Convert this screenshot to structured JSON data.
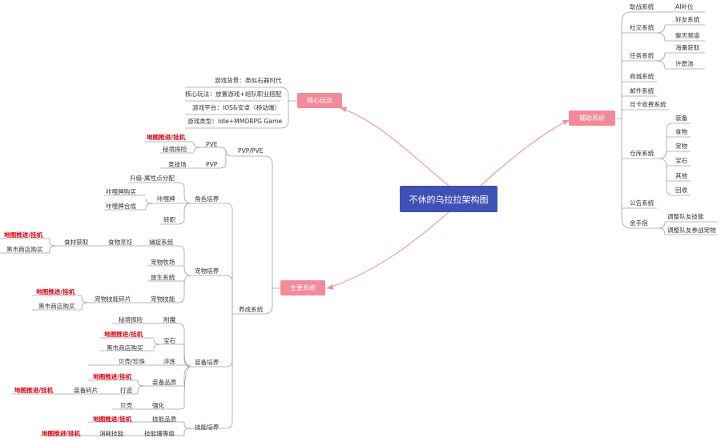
{
  "root": "不休的乌拉拉架构图",
  "core": {
    "title": "核心玩法",
    "items": [
      "游戏背景：类似石器时代",
      "核心玩法：放置游戏+组队职业搭配",
      "游戏平台：IOS&安卓（移动端）",
      "游戏类型：Idle+MMORPG Game"
    ]
  },
  "aux": {
    "title": "辅助系统",
    "battle": "助战系统",
    "battle_ai": "AI补位",
    "social": "社交系统",
    "social_items": [
      "好友系统",
      "聊天频道"
    ],
    "task": "任务系统",
    "task_items": [
      "海量获取",
      "许愿池"
    ],
    "shop": "商城系统",
    "mail": "邮件系统",
    "card": "月卡收费系统",
    "storage": "仓库系统",
    "storage_items": [
      "装备",
      "食物",
      "宠物",
      "宝石",
      "其他",
      "回收"
    ],
    "notice": "公告系统",
    "gold": "金手指",
    "gold_items": [
      "调整队友技能",
      "调整队友参战宠物"
    ]
  },
  "main": {
    "title": "主要系统",
    "pvp": "PVP/PVE",
    "pve": "PVE",
    "pve_red": "地图推进/挂机",
    "pve_secret": "秘境探险",
    "pvp_label": "PVP",
    "pvp_arena": "竞技场",
    "nurture": "养成系统",
    "role": "角色培养",
    "role_up": "升级-属性点分配",
    "role_card": "咔噬牌",
    "role_card_buy": "咔噬牌购买",
    "role_card_synth": "咔噬牌合成",
    "role_job": "转职",
    "pet": "宠物培养",
    "pet_catch": "捕捉系统",
    "pet_cook": "食物烹饪",
    "pet_mat": "食材获取",
    "pet_mat_red": "地图推进/挂机",
    "pet_mat_shop": "黑市商店购买",
    "pet_ranch": "宠物牧场",
    "pet_release": "放生系统",
    "pet_skill": "宠物技能",
    "pet_frag": "宠物技能碎片",
    "pet_frag_red": "地图推进/挂机",
    "pet_frag_shop": "黑市商店购买",
    "equip": "装备培养",
    "eq_ench": "附魔",
    "eq_ench_src": "秘境探险",
    "eq_gem": "宝石",
    "eq_gem_red": "地图推进/挂机",
    "eq_gem_shop": "黑市商店购买",
    "eq_refine": "淬炼",
    "eq_refine_src": "贝壳/珍珠",
    "eq_quality": "装备品质",
    "eq_quality_red": "地图推进/挂机",
    "eq_forge": "打造",
    "eq_frag": "装备碎片",
    "eq_frag_red": "地图推进/挂机",
    "eq_strong": "强化",
    "eq_shell": "贝壳",
    "skill": "技能培养",
    "sk_quality": "技能品质",
    "sk_quality_red": "地图推进/挂机",
    "sk_level": "技能珊等级",
    "sk_consume": "消耗技能",
    "sk_consume_red": "地图推进/挂机"
  },
  "colors": {
    "root": "#3f51b5",
    "branch": "#f48a98",
    "red_text": "#e60012",
    "line": "#9e9e9e"
  }
}
